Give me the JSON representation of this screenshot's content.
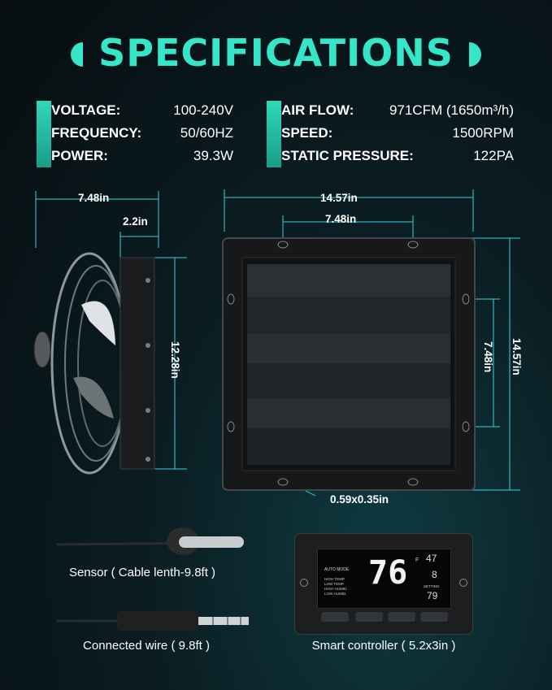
{
  "title": "SPECIFICATIONS",
  "specs_left": [
    {
      "label": "VOLTAGE:",
      "value": "100-240V"
    },
    {
      "label": "FREQUENCY:",
      "value": "50/60HZ"
    },
    {
      "label": "POWER:",
      "value": "39.3W"
    }
  ],
  "specs_right": [
    {
      "label": "AIR FLOW:",
      "value": "971CFM (1650m³/h)"
    },
    {
      "label": "SPEED:",
      "value": "1500RPM"
    },
    {
      "label": "STATIC PRESSURE:",
      "value": "122PA"
    }
  ],
  "dimensions": {
    "side_depth": "7.48in",
    "side_motor": "2.2in",
    "side_height": "12.28in",
    "front_width": "14.57in",
    "front_hole_spacing": "7.48in",
    "front_height": "14.57in",
    "front_hole_vertical": "7.48in",
    "mount_hole": "0.59x0.35in"
  },
  "accessories": {
    "sensor": "Sensor ( Cable lenth-9.8ft )",
    "wire": "Connected wire ( 9.8ft )",
    "controller": "Smart controller ( 5.2x3in )"
  },
  "controller_display": {
    "mode": "AUTO MODE",
    "main_temp": "76",
    "unit": "F",
    "humidity": "47",
    "speed": "8",
    "setting_label": "SETTING",
    "setting_value": "79",
    "options": [
      "HIGH TEMP.",
      "LOW TEMP.",
      "HIGH HUMID.",
      "LOW HUMID."
    ]
  },
  "colors": {
    "accent": "#36e6c8",
    "dimension_line": "#3bd1d8",
    "background": "#0a1c21"
  }
}
